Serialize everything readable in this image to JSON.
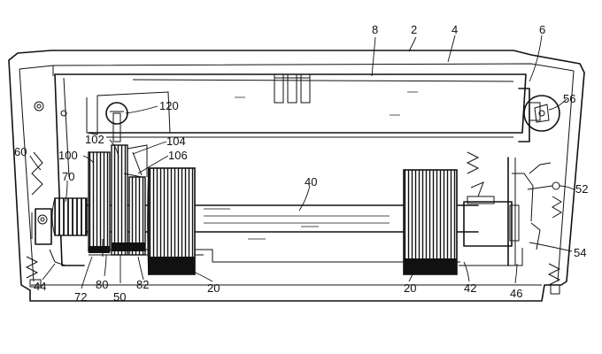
{
  "figure": {
    "labels": {
      "l2": "2",
      "l4": "4",
      "l6": "6",
      "l8": "8",
      "l120": "120",
      "l56": "56",
      "l102": "102",
      "l104": "104",
      "l100": "100",
      "l106": "106",
      "l60": "60",
      "l70": "70",
      "l40": "40",
      "l52": "52",
      "l54": "54",
      "l44": "44",
      "l72": "72",
      "l80": "80",
      "l50": "50",
      "l82": "82",
      "l20a": "20",
      "l20b": "20",
      "l42": "42",
      "l46": "46"
    }
  }
}
